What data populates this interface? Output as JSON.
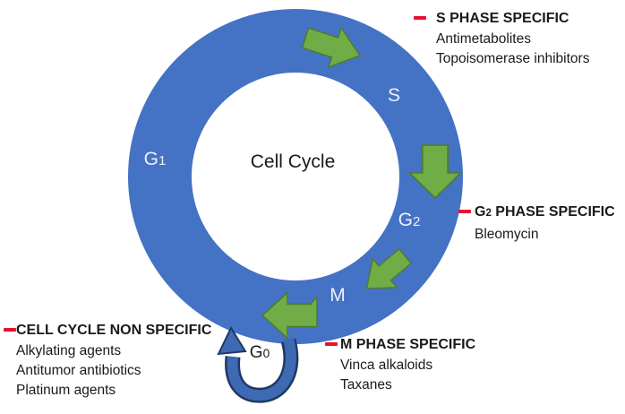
{
  "diagram": {
    "center_label": "Cell Cycle",
    "ring_labels": {
      "g1_base": "G",
      "g1_sub": "1",
      "s": "S",
      "g2_base": "G",
      "g2_sub": "2",
      "m": "M",
      "g0_base": "G",
      "g0_sub": "0"
    }
  },
  "annotations": {
    "s_phase": {
      "title": "S PHASE SPECIFIC",
      "lines": [
        "Antimetabolites",
        "Topoisomerase inhibitors"
      ]
    },
    "g2_phase": {
      "title_pre": "G",
      "title_sub": "2",
      "title_post": " PHASE SPECIFIC",
      "lines": [
        "Bleomycin"
      ]
    },
    "m_phase": {
      "title": "M PHASE SPECIFIC",
      "lines": [
        "Vinca alkaloids",
        "Taxanes"
      ]
    },
    "non_specific": {
      "title": "CELL CYCLE NON SPECIFIC",
      "lines": [
        "Alkylating agents",
        "Antitumor antibiotics",
        "Platinum agents"
      ]
    }
  },
  "colors": {
    "ring_blue": "#4472C4",
    "arrow_green": "#70AD47",
    "arrow_green_outline": "#4E7B32",
    "loop_blue": "#3E69B3",
    "loop_outline": "#1F3864",
    "marker_red": "#E8112D",
    "text_black": "#1A1A1A",
    "label_white": "#EAF0FB"
  }
}
